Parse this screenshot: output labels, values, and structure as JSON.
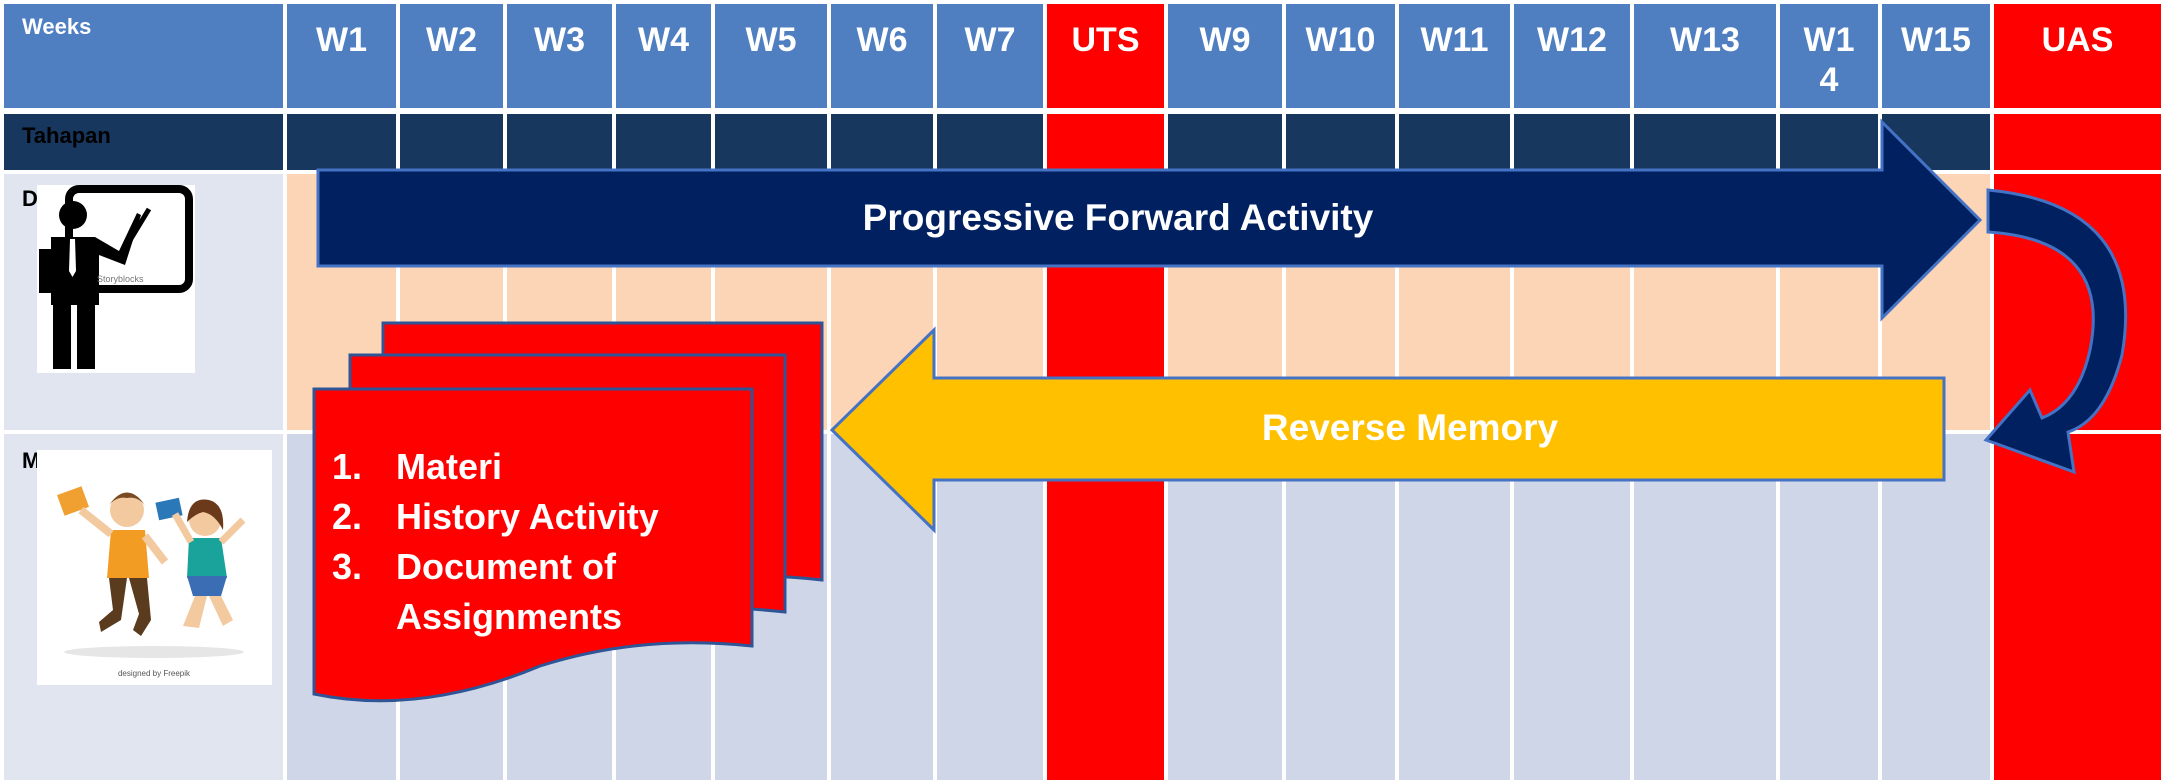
{
  "colors": {
    "header_blue": "#4f7fc1",
    "tahapan_navy": "#17375e",
    "exam_red": "#ff0000",
    "row_dosen_bg": "#fbd5b5",
    "row_mahasiswa_bg": "#cfd6e8",
    "label_col_bg": "#e0e5f0",
    "forward_arrow": "#002060",
    "reverse_arrow": "#ffc000",
    "grid_line": "#ffffff"
  },
  "header": {
    "row_label": "Weeks",
    "columns": [
      {
        "label": "W1",
        "type": "week"
      },
      {
        "label": "W2",
        "type": "week"
      },
      {
        "label": "W3",
        "type": "week"
      },
      {
        "label": "W4",
        "type": "week"
      },
      {
        "label": "W5",
        "type": "week"
      },
      {
        "label": "W6",
        "type": "week"
      },
      {
        "label": "W7",
        "type": "week"
      },
      {
        "label": "UTS",
        "type": "exam"
      },
      {
        "label": "W9",
        "type": "week"
      },
      {
        "label": "W10",
        "type": "week"
      },
      {
        "label": "W11",
        "type": "week"
      },
      {
        "label": "W12",
        "type": "week"
      },
      {
        "label": "W13",
        "type": "week"
      },
      {
        "label": "W1\n4",
        "type": "week"
      },
      {
        "label": "W15",
        "type": "week"
      },
      {
        "label": "UAS",
        "type": "exam"
      }
    ]
  },
  "rows": {
    "tahapan": "Tahapan",
    "dosen": "D",
    "mahasiswa": "Mahasi"
  },
  "arrows": {
    "forward": "Progressive Forward Activity",
    "reverse": "Reverse Memory"
  },
  "document": {
    "items": [
      {
        "num": "1.",
        "text": "Materi"
      },
      {
        "num": "2.",
        "text": "History Activity"
      },
      {
        "num": "3.",
        "text": "Document of Assignments"
      }
    ]
  },
  "images": {
    "teacher_watermark": "Storyblocks",
    "students_credit": "designed by Freepik"
  },
  "icons": [
    "teacher-icon",
    "students-illustration"
  ]
}
